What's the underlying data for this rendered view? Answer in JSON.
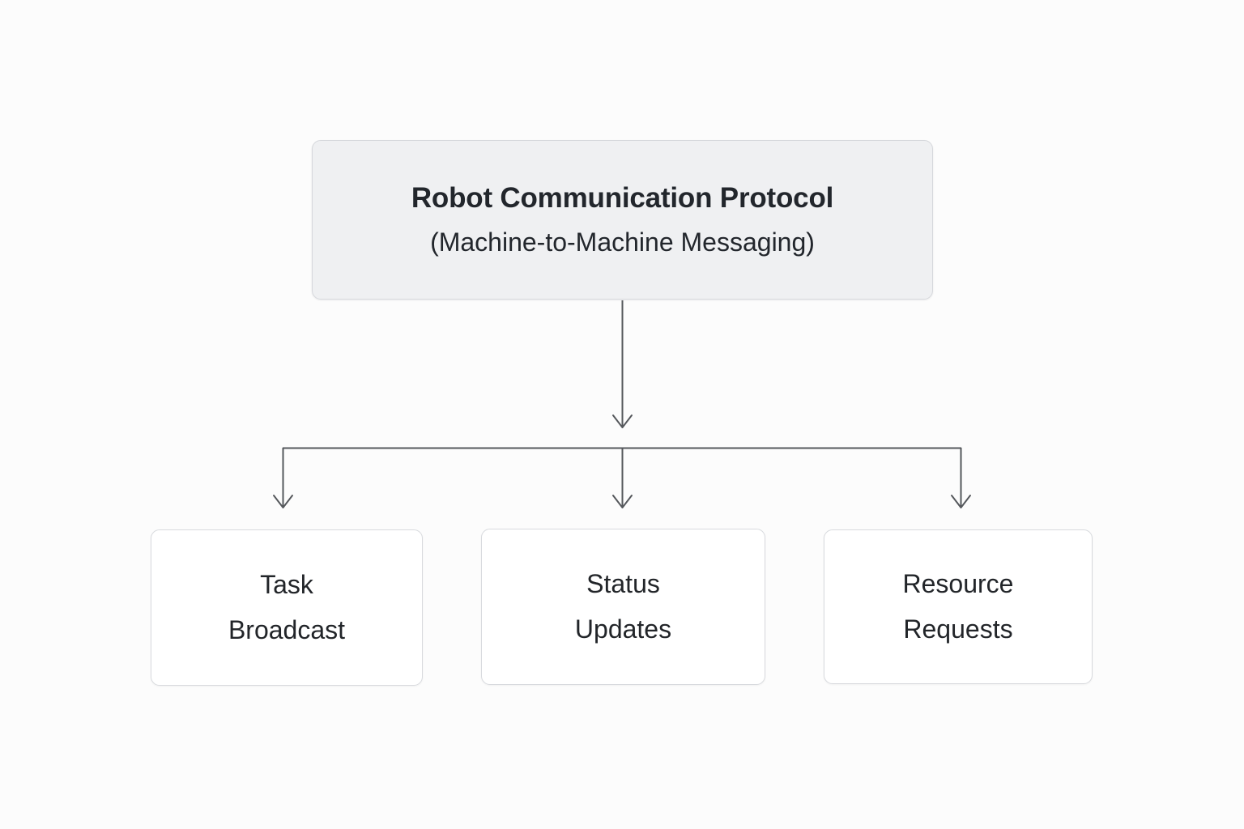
{
  "diagram": {
    "type": "hierarchy-flowchart",
    "background_color": "#fcfcfc",
    "root": {
      "title": "Robot Communication Protocol",
      "subtitle": "(Machine-to-Machine Messaging)",
      "fill_color": "#eff0f2",
      "border_color": "#d6d8dc",
      "text_color": "#22262c"
    },
    "children": [
      {
        "label": "Task\nBroadcast",
        "line1": "Task",
        "line2": "Broadcast",
        "fill_color": "#ffffff",
        "border_color": "#d8dade",
        "text_color": "#222529"
      },
      {
        "label": "Status\nUpdates",
        "line1": "Status",
        "line2": "Updates",
        "fill_color": "#ffffff",
        "border_color": "#d8dade",
        "text_color": "#222529"
      },
      {
        "label": "Resource\nRequests",
        "line1": "Resource",
        "line2": "Requests",
        "fill_color": "#ffffff",
        "border_color": "#d8dade",
        "text_color": "#222529"
      }
    ],
    "connectors": {
      "stroke_color": "#55585c",
      "stroke_width": 2,
      "arrowhead_style": "open-chevron",
      "trunk": {
        "from": "root",
        "to": "branch-bar"
      },
      "branch_count": 3
    }
  }
}
